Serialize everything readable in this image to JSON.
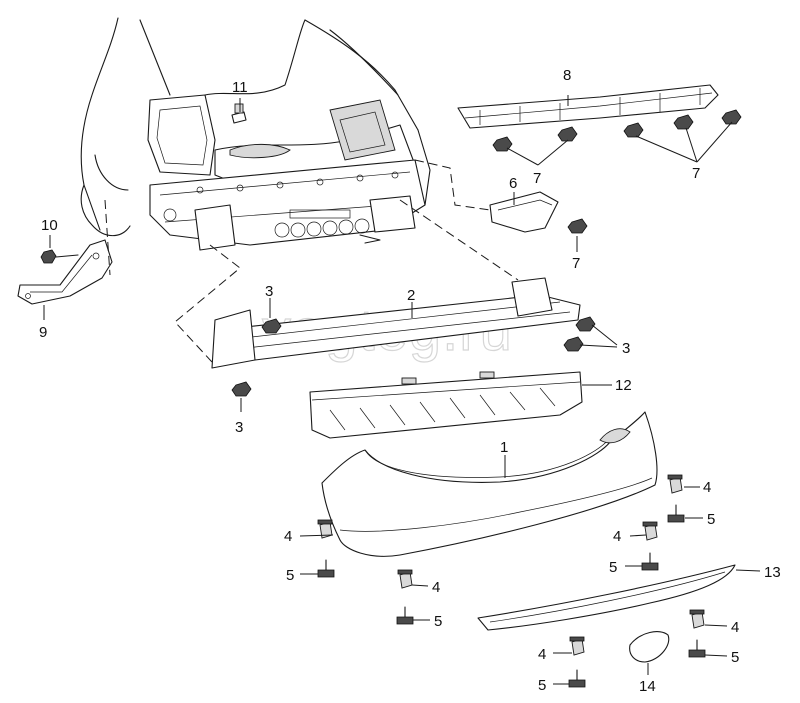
{
  "watermark": "vagteg.ru",
  "callouts": {
    "c1": "1",
    "c2": "2",
    "c3a": "3",
    "c3b": "3",
    "c3c": "3",
    "c4a": "4",
    "c4b": "4",
    "c4c": "4",
    "c4d": "4",
    "c4e": "4",
    "c4f": "4",
    "c5a": "5",
    "c5b": "5",
    "c5c": "5",
    "c5d": "5",
    "c5e": "5",
    "c5f": "5",
    "c6": "6",
    "c7a": "7",
    "c7b": "7",
    "c7c": "7",
    "c8": "8",
    "c9": "9",
    "c10": "10",
    "c11": "11",
    "c12": "12",
    "c13": "13",
    "c14": "14"
  }
}
